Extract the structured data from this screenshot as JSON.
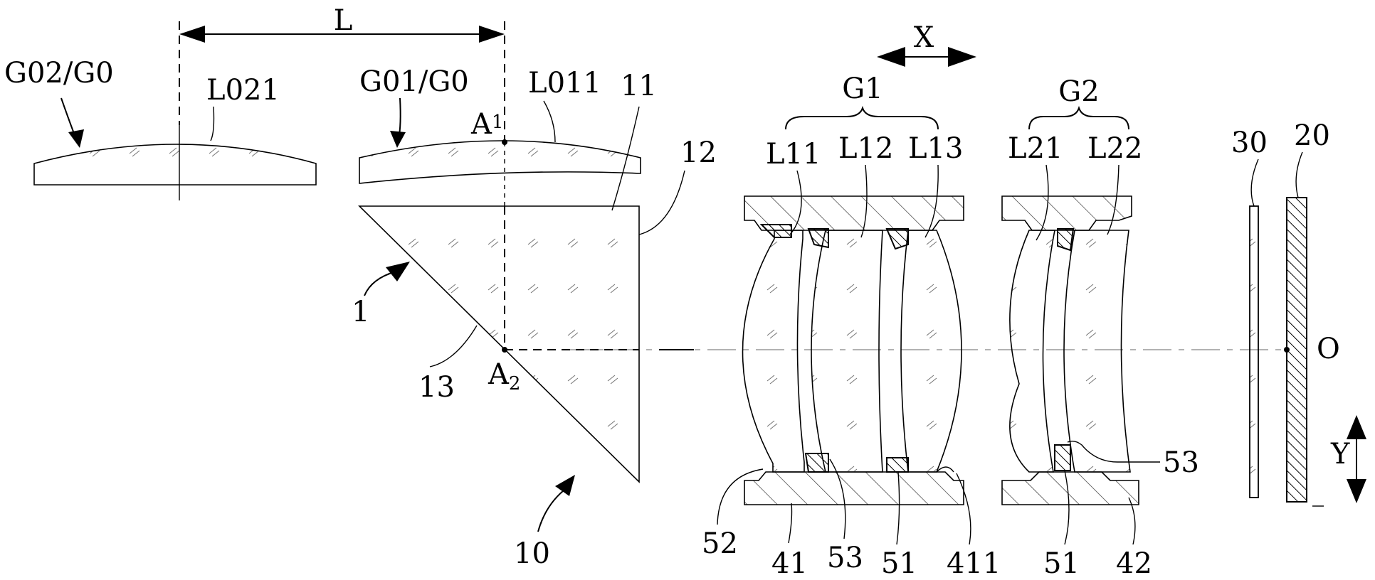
{
  "labels": {
    "L": "L",
    "X": "X",
    "Y": "Y",
    "O": "O",
    "G02_G0": "G02/G0",
    "G01_G0": "G01/G0",
    "L021": "L021",
    "L011": "L011",
    "A1": "A",
    "A1_sub": "1",
    "A2": "A",
    "A2_sub": "2",
    "n11": "11",
    "n12": "12",
    "n1": "1",
    "n13": "13",
    "n10": "10",
    "G1": "G1",
    "G2": "G2",
    "L11": "L11",
    "L12": "L12",
    "L13": "L13",
    "L21": "L21",
    "L22": "L22",
    "n30": "30",
    "n20": "20",
    "n52": "52",
    "n41": "41",
    "n53a": "53",
    "n51a": "51",
    "n411": "411",
    "n51b": "51",
    "n42": "42",
    "n53b": "53"
  }
}
